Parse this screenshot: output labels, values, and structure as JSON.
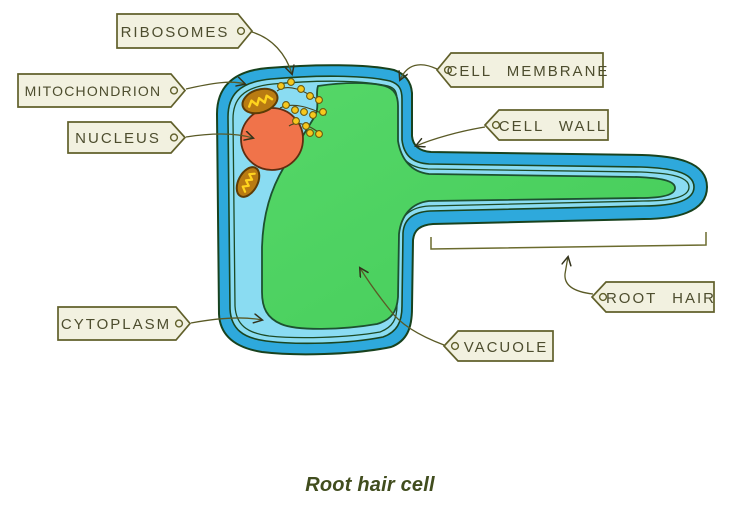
{
  "diagram": {
    "title": "Root hair cell diagram",
    "caption": "Root hair cell",
    "labels": {
      "ribosomes": "RIBOSOMES",
      "mitochondrion": "MITOCHONDRION",
      "nucleus": "NUCLEUS",
      "cell_membrane": "CELL MEMBRANE",
      "cell_wall": "CELL WALL",
      "cytoplasm": "CYTOPLASM",
      "vacuole": "VACUOLE",
      "root_hair": "ROOT HAIR"
    },
    "structures": [
      "ribosomes",
      "mitochondrion",
      "nucleus",
      "cell membrane",
      "cell wall",
      "cytoplasm",
      "vacuole",
      "root hair"
    ],
    "colors": {
      "cell_wall_blue": "#2ea9dc",
      "cytoplasm_blue": "#8adcf2",
      "vacuole_green": "#4fd163",
      "nucleus_orange": "#f0734a",
      "mitochondrion_brown": "#b97b12",
      "organelle_yellow": "#f6c81d",
      "outline_dark": "#18421e",
      "tag_fill": "#f2f1e0",
      "tag_border": "#61602b",
      "leader_line": "#5a5a26",
      "caption_color": "#414d1e"
    }
  }
}
